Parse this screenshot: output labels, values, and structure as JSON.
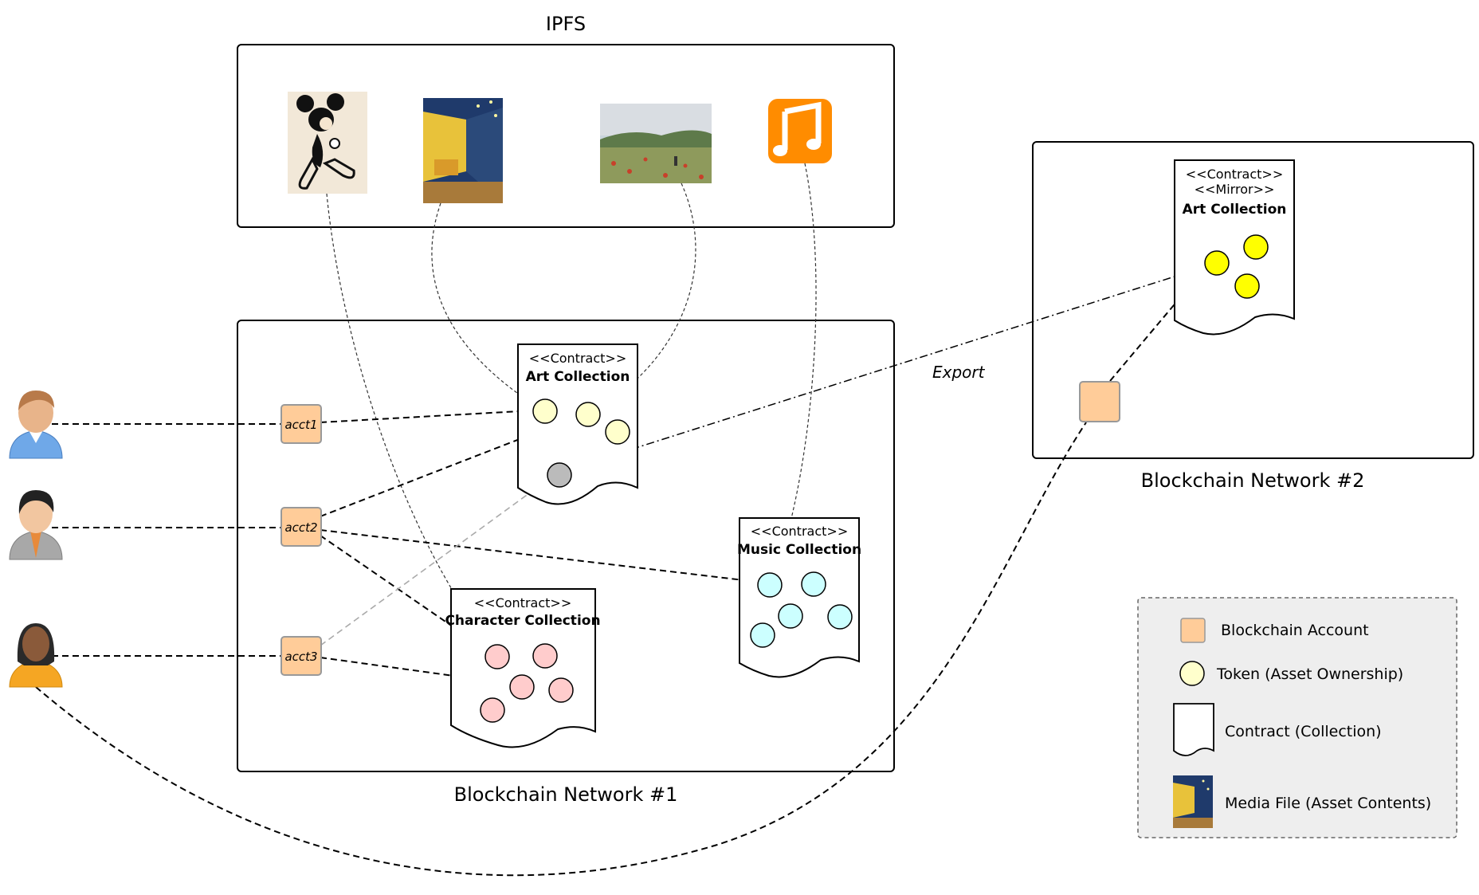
{
  "ipfs": {
    "title": "IPFS"
  },
  "network1": {
    "title": "Blockchain Network #1"
  },
  "network2": {
    "title": "Blockchain Network #2"
  },
  "stereotype": {
    "contract": "<<Contract>>",
    "mirror": "<<Mirror>>"
  },
  "collections": {
    "art": "Art Collection",
    "character": "Character Collection",
    "music": "Music Collection",
    "mirror_art": "Art Collection"
  },
  "accounts": {
    "acct1": "acct1",
    "acct2": "acct2",
    "acct3": "acct3"
  },
  "export_label": "Export",
  "legend": {
    "account": "Blockchain Account",
    "token": "Token (Asset Ownership)",
    "contract": "Contract (Collection)",
    "media": "Media File (Asset Contents)"
  },
  "icons": [
    "mickey-mouse-image",
    "cafe-terrace-painting",
    "poppy-field-painting",
    "music-note-icon",
    "user-avatar"
  ],
  "colors": {
    "account_fill": "#FFCC99",
    "account_stroke": "#999999",
    "art_token": "#FFFFCC",
    "mirror_token": "#FFFF00",
    "character_token": "#FFCCCC",
    "music_token": "#CCFFFF",
    "exported_token": "#BBBBBB",
    "legend_bg": "#EEEEEE",
    "music_icon": "#FF8C00"
  }
}
